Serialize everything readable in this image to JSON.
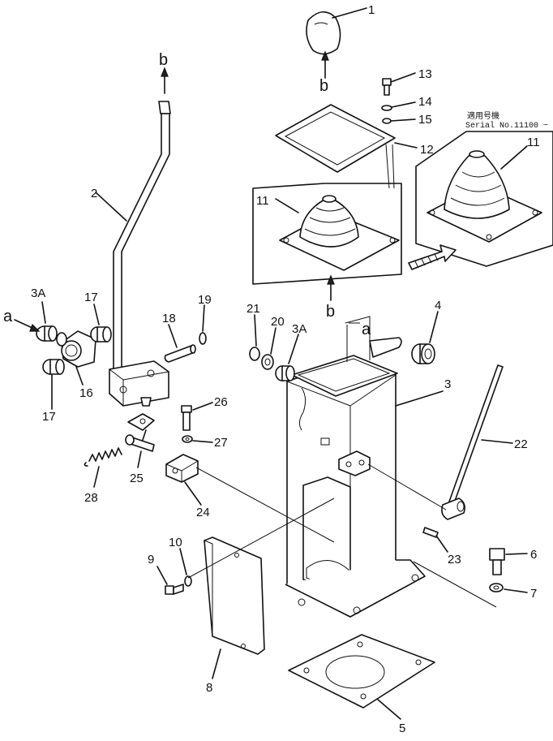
{
  "labels": {
    "p1": "1",
    "p2": "2",
    "p3": "3",
    "p3a_left": "3A",
    "p3a_right": "3A",
    "p4": "4",
    "p5": "5",
    "p6": "6",
    "p7": "7",
    "p8": "8",
    "p9": "9",
    "p10": "10",
    "p11_main": "11",
    "p11_inset": "11",
    "p12": "12",
    "p13": "13",
    "p14": "14",
    "p15": "15",
    "p16": "16",
    "p17_top": "17",
    "p17_bottom": "17",
    "p18": "18",
    "p19": "19",
    "p20": "20",
    "p21": "21",
    "p22": "22",
    "p23": "23",
    "p24": "24",
    "p25": "25",
    "p26": "26",
    "p27": "27",
    "p28": "28"
  },
  "markers": {
    "b_top": "b",
    "b_lever": "b",
    "b_boot": "b",
    "a_left": "a",
    "a_case": "a"
  },
  "inset": {
    "note_line1": "適用号機",
    "note_line2": "Serial No.11100 ~"
  }
}
